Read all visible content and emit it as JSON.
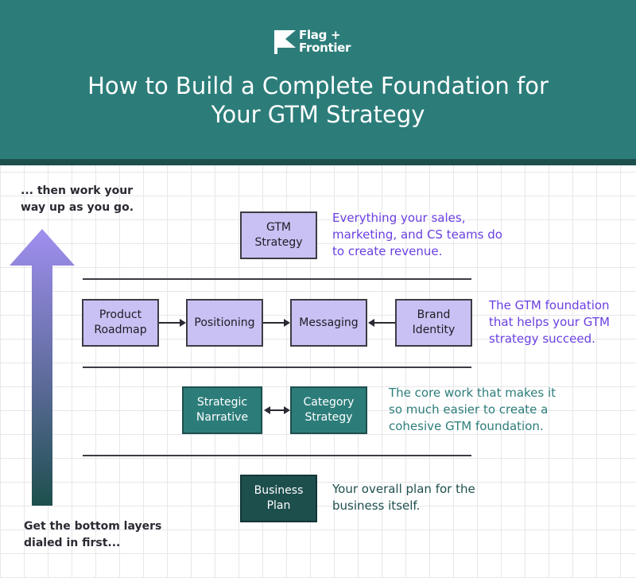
{
  "header": {
    "logo": {
      "line1": "Flag +",
      "line2": "Frontier"
    },
    "title_line1": "How to Build a Complete Foundation for",
    "title_line2": "Your GTM Strategy"
  },
  "notes": {
    "top_line1": "... then work your",
    "top_line2": "way up as you go.",
    "bottom_line1": "Get the bottom layers",
    "bottom_line2": "dialed in first..."
  },
  "layers": {
    "gtm": {
      "box_line1": "GTM",
      "box_line2": "Strategy",
      "desc_line1": "Everything your sales,",
      "desc_line2": "marketing, and CS teams do",
      "desc_line3": "to create revenue."
    },
    "foundation": {
      "roadmap_line1": "Product",
      "roadmap_line2": "Roadmap",
      "positioning": "Positioning",
      "messaging": "Messaging",
      "brand_line1": "Brand",
      "brand_line2": "Identity",
      "desc_line1": "The GTM foundation",
      "desc_line2": "that helps your GTM",
      "desc_line3": "strategy succeed."
    },
    "core": {
      "narrative_line1": "Strategic",
      "narrative_line2": "Narrative",
      "category_line1": "Category",
      "category_line2": "Strategy",
      "desc_line1": "The core work that makes it",
      "desc_line2": "so much easier to create a",
      "desc_line3": "cohesive GTM foundation."
    },
    "business": {
      "box_line1": "Business",
      "box_line2": "Plan",
      "desc_line1": "Your overall plan for the",
      "desc_line2": "business itself."
    }
  },
  "colors": {
    "header_teal": "#2c7d7a",
    "dark_teal": "#1d4f4d",
    "lavender": "#c9c0f3",
    "purple_text": "#6a3fe0",
    "arrow_top": "#a08ff0"
  },
  "icons": [
    "flag-icon",
    "up-arrow-icon",
    "right-arrow-icon",
    "left-arrow-icon",
    "double-arrow-icon"
  ]
}
